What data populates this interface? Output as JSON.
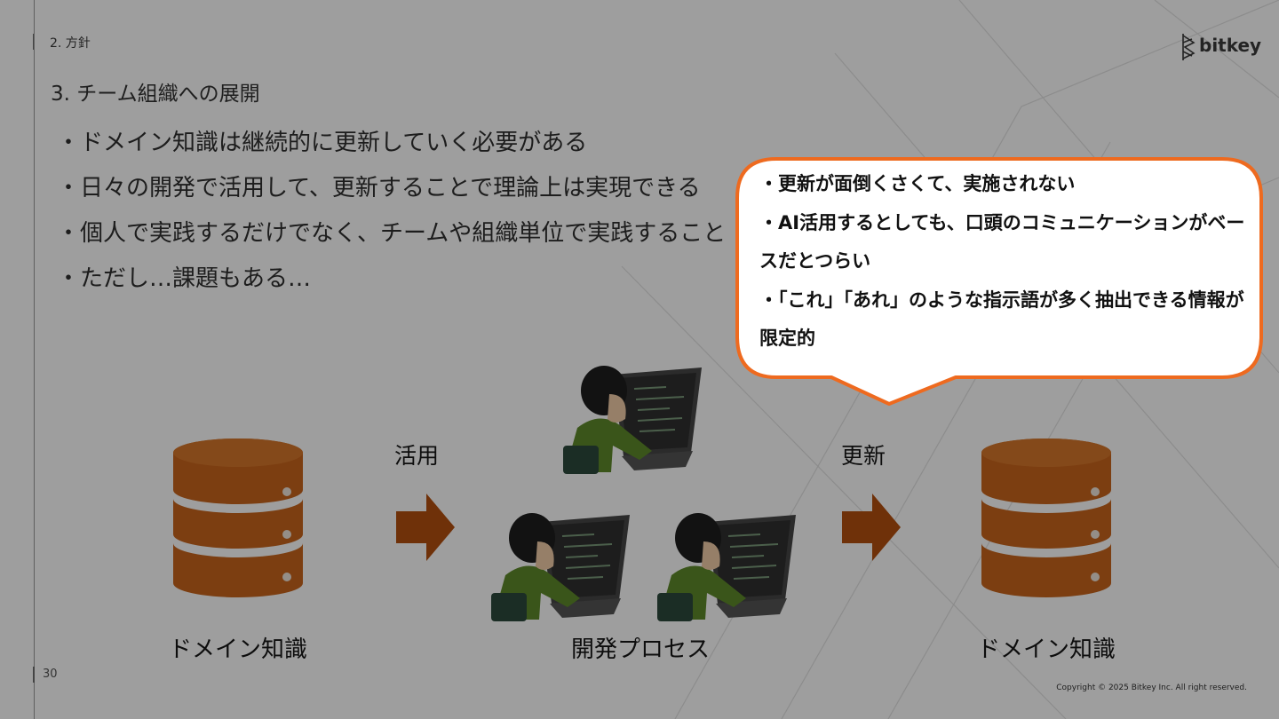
{
  "header": {
    "section_title": "2. 方針",
    "logo_text": "bitkey",
    "subtitle": "3. チーム組織への展開"
  },
  "bullets": [
    "・ドメイン知識は継続的に更新していく必要がある",
    "・日々の開発で活用して、更新することで理論上は実現できる",
    "・個人で実践するだけでなく、チームや組織単位で実践すること",
    "・ただし…課題もある…"
  ],
  "callout": {
    "lines": [
      "・更新が面倒くさくて、実施されない",
      "・AI活用するとしても、口頭のコミュニケーションがベースだとつらい",
      "・「これ」「あれ」のような指示語が多く抽出できる情報が限定的"
    ],
    "border_color": "#ee6a1f"
  },
  "diagram": {
    "left_label": "ドメイン知識",
    "use_label": "活用",
    "center_label": "開発プロセス",
    "update_label": "更新",
    "right_label": "ドメイン知識",
    "db_color": "#c8651c",
    "arrow_color": "#b34f0f"
  },
  "footer": {
    "page_number": "30",
    "copyright": "Copyright © 2025 Bitkey Inc. All right reserved."
  }
}
